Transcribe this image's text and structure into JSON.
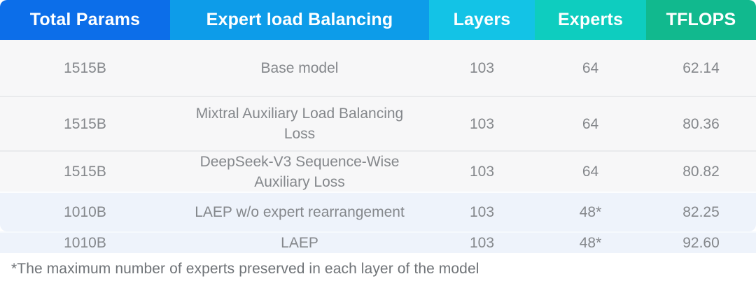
{
  "table": {
    "columns": [
      {
        "label": "Total Params",
        "color": "#0c6ee9"
      },
      {
        "label": "Expert load Balancing",
        "color": "#0d9ce9"
      },
      {
        "label": "Layers",
        "color": "#13c3e6"
      },
      {
        "label": "Experts",
        "color": "#0ecdbf"
      },
      {
        "label": "TFLOPS",
        "color": "#11b98e"
      }
    ],
    "rows": [
      {
        "tint": "gray",
        "cells": [
          "1515B",
          "Base model",
          "103",
          "64",
          "62.14"
        ]
      },
      {
        "tint": "gray",
        "cells": [
          "1515B",
          "Mixtral Auxiliary Load Balancing Loss",
          "103",
          "64",
          "80.36"
        ]
      },
      {
        "tint": "gray",
        "cells": [
          "1515B",
          "DeepSeek-V3 Sequence-Wise Auxiliary Loss",
          "103",
          "64",
          "80.82"
        ]
      },
      {
        "tint": "blue",
        "cells": [
          "1010B",
          "LAEP w/o expert rearrangement",
          "103",
          "48*",
          "82.25"
        ]
      },
      {
        "tint": "blue",
        "cells": [
          "1010B",
          "LAEP",
          "103",
          "48*",
          "92.60"
        ]
      }
    ],
    "footnote": "*The maximum number of experts preserved in each layer of the model"
  },
  "colors": {
    "row_gray_bg": "#f7f7f8",
    "row_blue_bg": "#eef3fb",
    "cell_text": "#84878b",
    "footnote_text": "#6f7377"
  },
  "chart_data": {
    "type": "table",
    "columns": [
      "Total Params",
      "Expert load Balancing",
      "Layers",
      "Experts",
      "TFLOPS"
    ],
    "rows": [
      [
        "1515B",
        "Base model",
        103,
        64,
        62.14
      ],
      [
        "1515B",
        "Mixtral Auxiliary Load Balancing Loss",
        103,
        64,
        80.36
      ],
      [
        "1515B",
        "DeepSeek-V3 Sequence-Wise Auxiliary Loss",
        103,
        64,
        80.82
      ],
      [
        "1010B",
        "LAEP w/o expert rearrangement",
        103,
        "48*",
        82.25
      ],
      [
        "1010B",
        "LAEP",
        103,
        "48*",
        92.6
      ]
    ],
    "highlighted_row_indices": [
      3,
      4
    ],
    "footnote": "*The maximum number of experts preserved in each layer of the model"
  }
}
